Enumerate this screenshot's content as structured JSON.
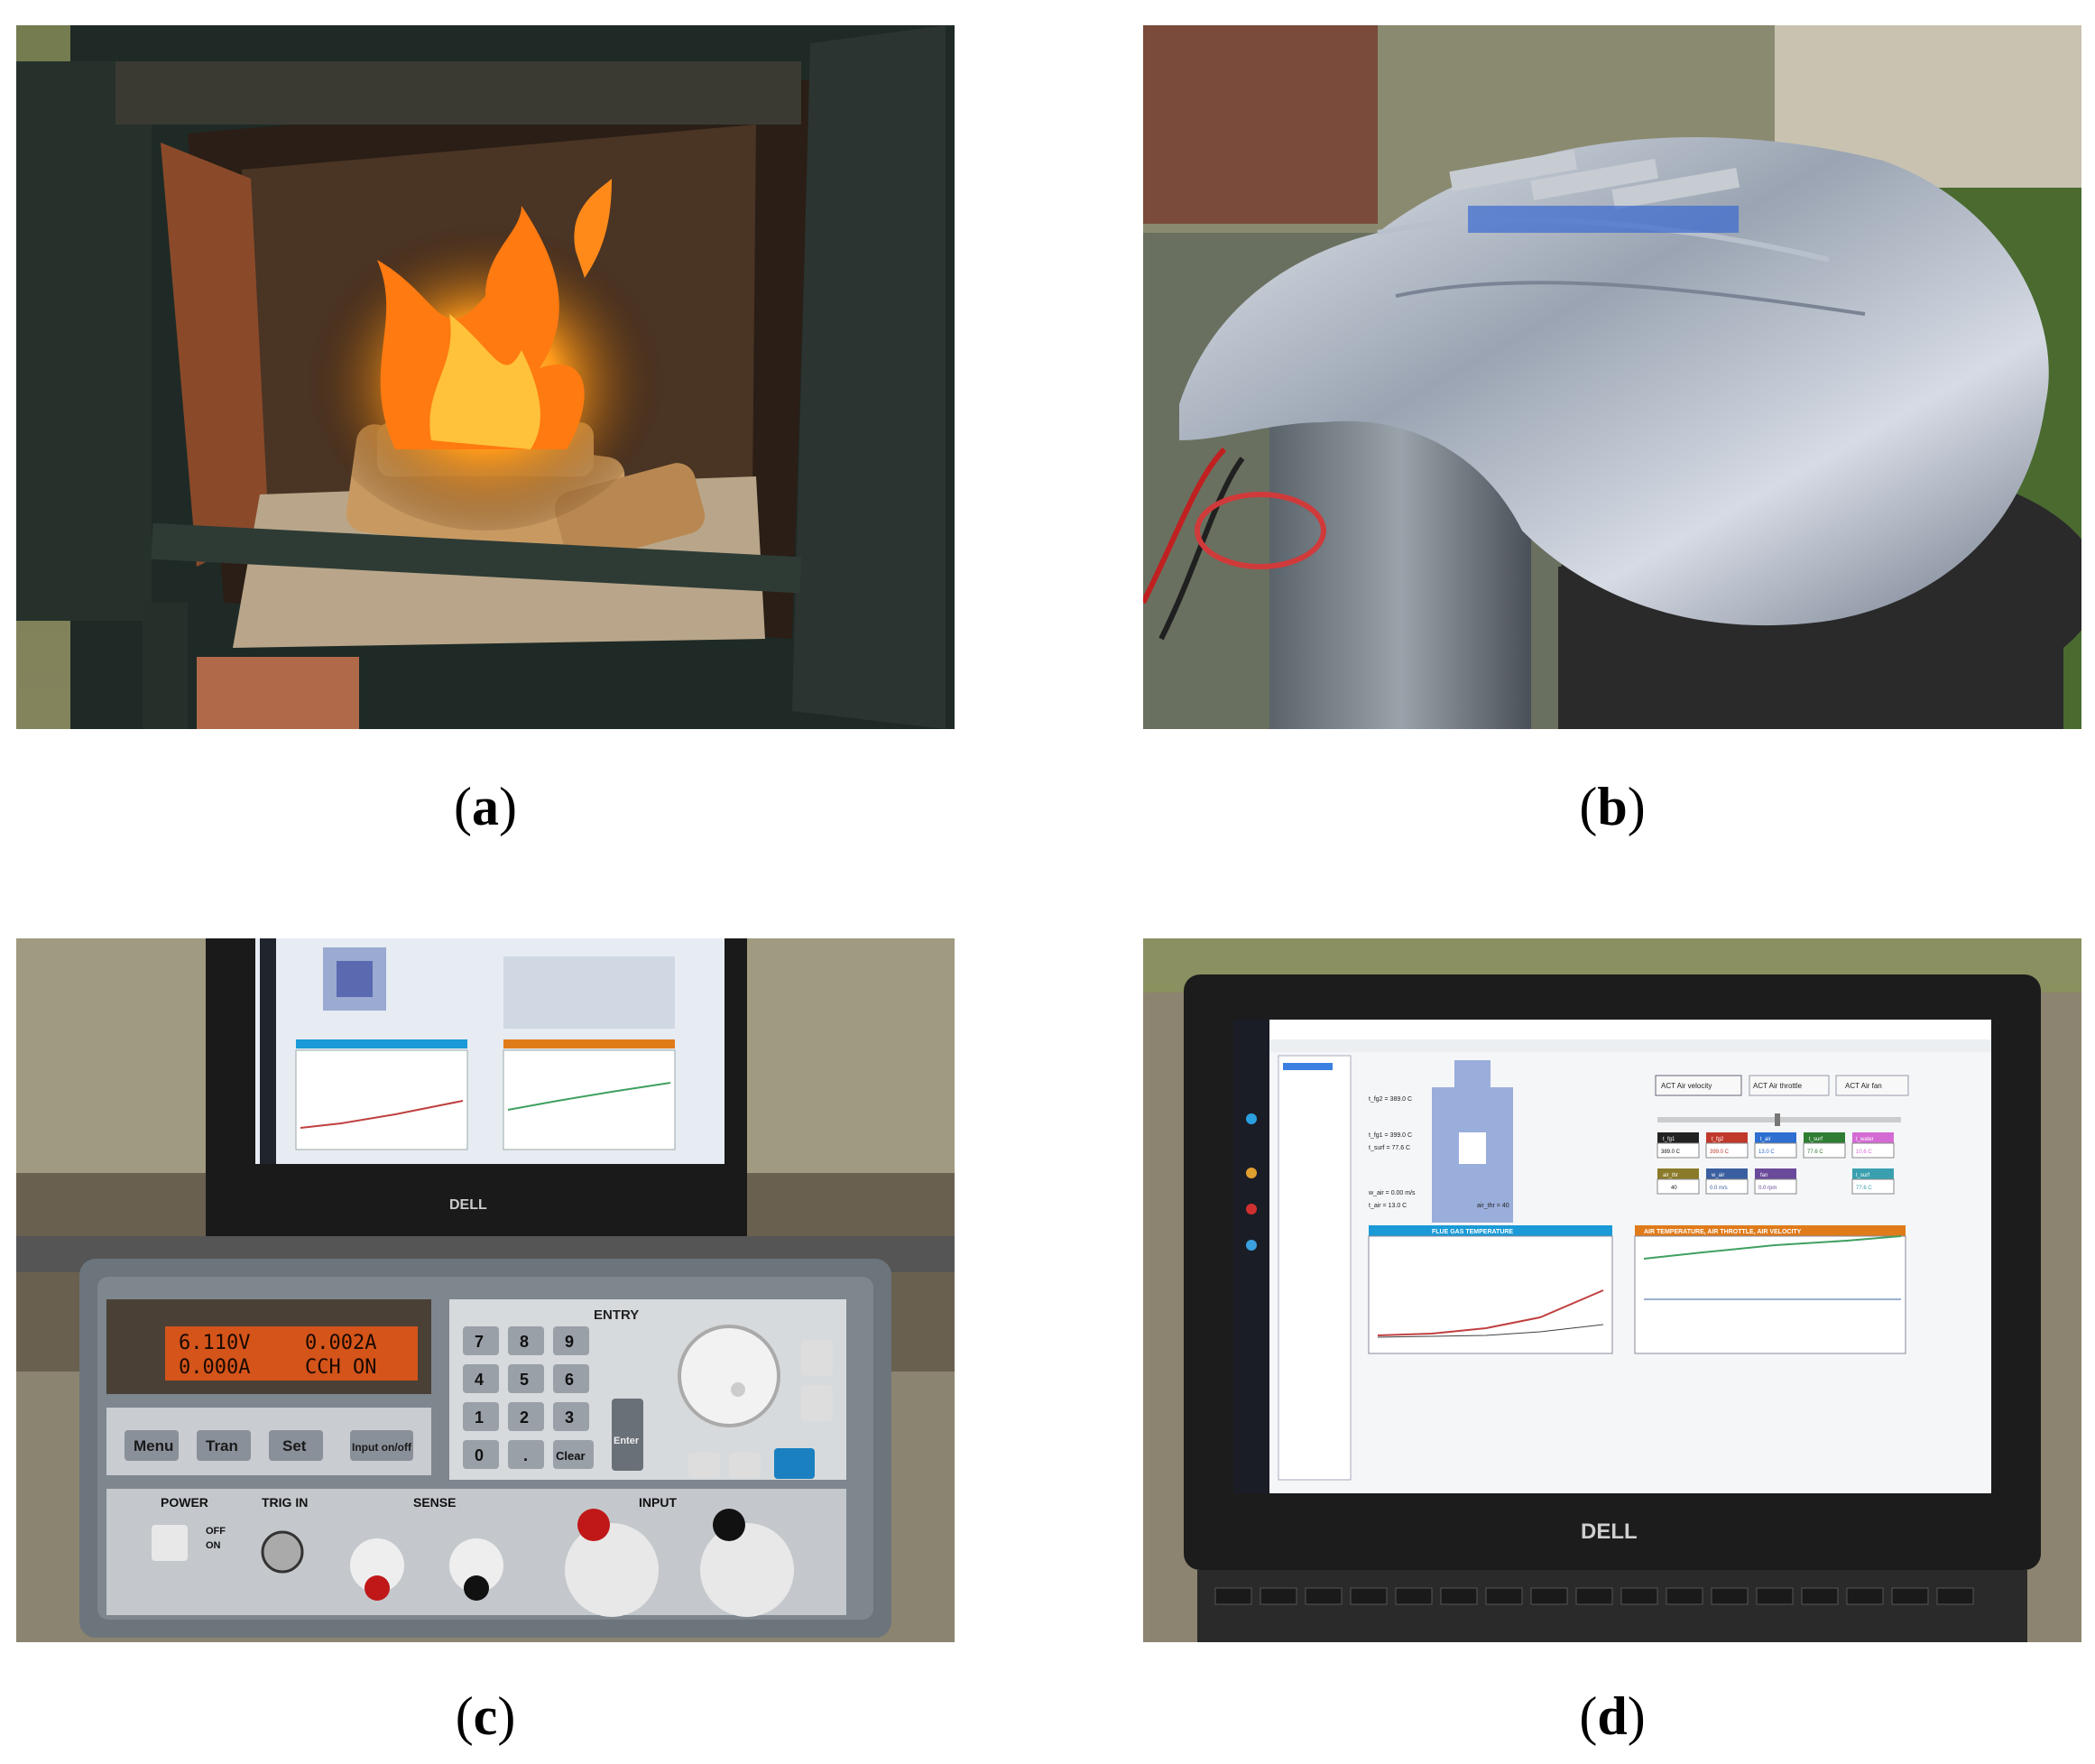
{
  "panels": [
    {
      "label": "a"
    },
    {
      "label": "b"
    },
    {
      "label": "c"
    },
    {
      "label": "d"
    }
  ],
  "load_device": {
    "display_line1_left": "6.110V",
    "display_line1_right": "0.002A",
    "display_line2_left": "0.000A",
    "display_line2_right": "CCH  ON",
    "entry_label": "ENTRY",
    "buttons": [
      "Menu",
      "Tran",
      "Set",
      "Input on/off"
    ],
    "keypad": [
      "7",
      "8",
      "9",
      "4",
      "5",
      "6",
      "1",
      "2",
      "3",
      "0",
      ".",
      "Clear"
    ],
    "enter_label": "Enter",
    "power_label": "POWER",
    "trig_label": "TRIG IN",
    "sense_label": "SENSE",
    "input_label": "INPUT",
    "off_label": "OFF",
    "on_label": "ON",
    "laptop_brand": "DELL"
  },
  "laptop_d": {
    "brand": "DELL",
    "tabs": [
      "ACT Air velocity",
      "ACT Air throttle",
      "ACT Air fan"
    ],
    "readouts_left": [
      "t_fg2 = 389.0 C",
      "t_fg1 = 399.0 C",
      "t_surf = 77.6 C",
      "w_air = 0.00 m/s",
      "t_air = 13.0 C",
      "air_thr = 40"
    ],
    "chart_left_title": "FLUE GAS TEMPERATURE",
    "chart_right_title": "AIR TEMPERATURE, AIR THROTTLE, AIR VELOCITY",
    "value_boxes": [
      {
        "label": "t_fg1",
        "value": "389.0 C",
        "color": "#222222"
      },
      {
        "label": "t_fg2",
        "value": "399.0 C",
        "color": "#c0392b"
      },
      {
        "label": "t_air",
        "value": "13.0 C",
        "color": "#2e6fd1"
      },
      {
        "label": "t_surf",
        "value": "77.6 C",
        "color": "#2e7d32"
      },
      {
        "label": "t_water",
        "value": "10.6 C",
        "color": "#d46bd4"
      },
      {
        "label": "air_thr",
        "value": "40",
        "color": "#8a7a2a"
      },
      {
        "label": "w_air",
        "value": "0.0 m/s",
        "color": "#3a5fa0"
      },
      {
        "label": "fan",
        "value": "0.0 rpm",
        "color": "#6a4a9a"
      },
      {
        "label": "t_surf",
        "value": "77.6 C",
        "color": "#3aa0b0"
      }
    ]
  },
  "colors": {
    "flame": "#ff9a1a",
    "panel_accent": "#1a9ad6",
    "chart_orange": "#e07b1a"
  }
}
